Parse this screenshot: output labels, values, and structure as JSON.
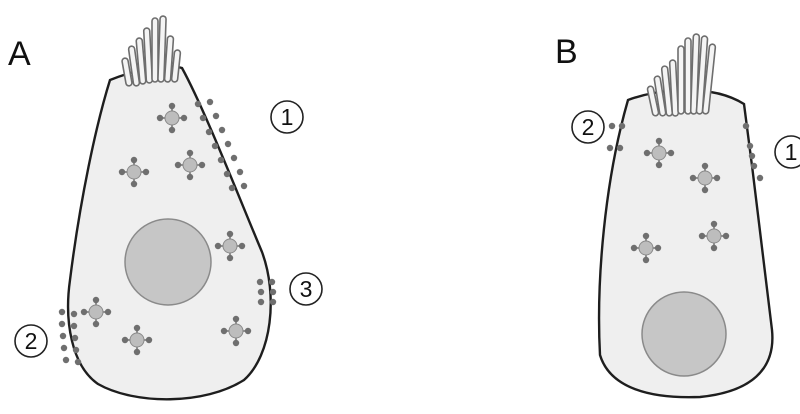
{
  "panels": {
    "a": {
      "label": "A",
      "markers": {
        "m1": "1",
        "m2": "2",
        "m3": "3"
      }
    },
    "b": {
      "label": "B",
      "markers": {
        "m1": "1",
        "m2": "2"
      }
    }
  },
  "colors": {
    "cell_fill": "#efefef",
    "cell_outline": "#1e1e1e",
    "nucleus_fill": "#c6c6c6",
    "nucleus_outline": "#888888",
    "bead": "#6f6f6f",
    "vesicle_center": "#b8b8b8",
    "microvilli": "#7a7a7a"
  }
}
